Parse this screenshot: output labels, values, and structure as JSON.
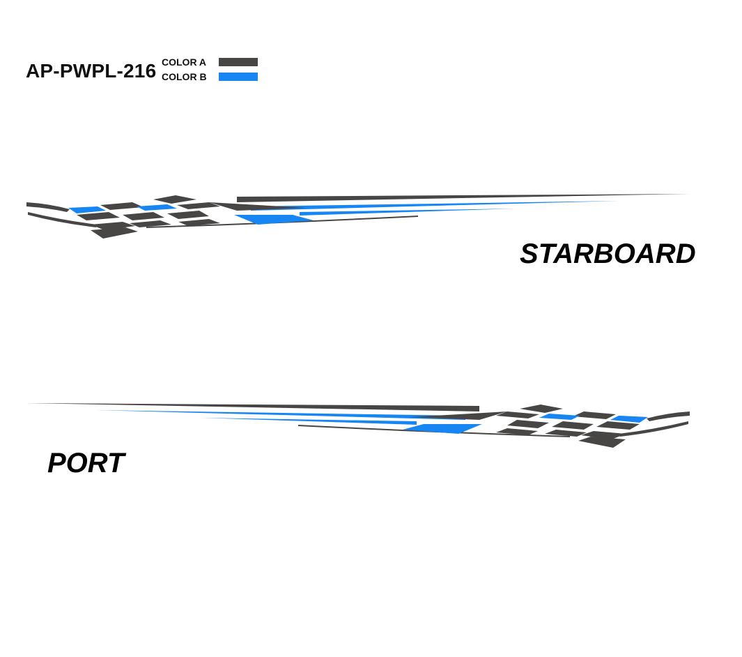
{
  "product": {
    "code": "AP-PWPL-216"
  },
  "legend": {
    "items": [
      {
        "label": "COLOR A",
        "color": "#484644"
      },
      {
        "label": "COLOR B",
        "color": "#1786f3"
      }
    ]
  },
  "sides": {
    "starboard": {
      "label": "STARBOARD"
    },
    "port": {
      "label": "PORT"
    }
  }
}
